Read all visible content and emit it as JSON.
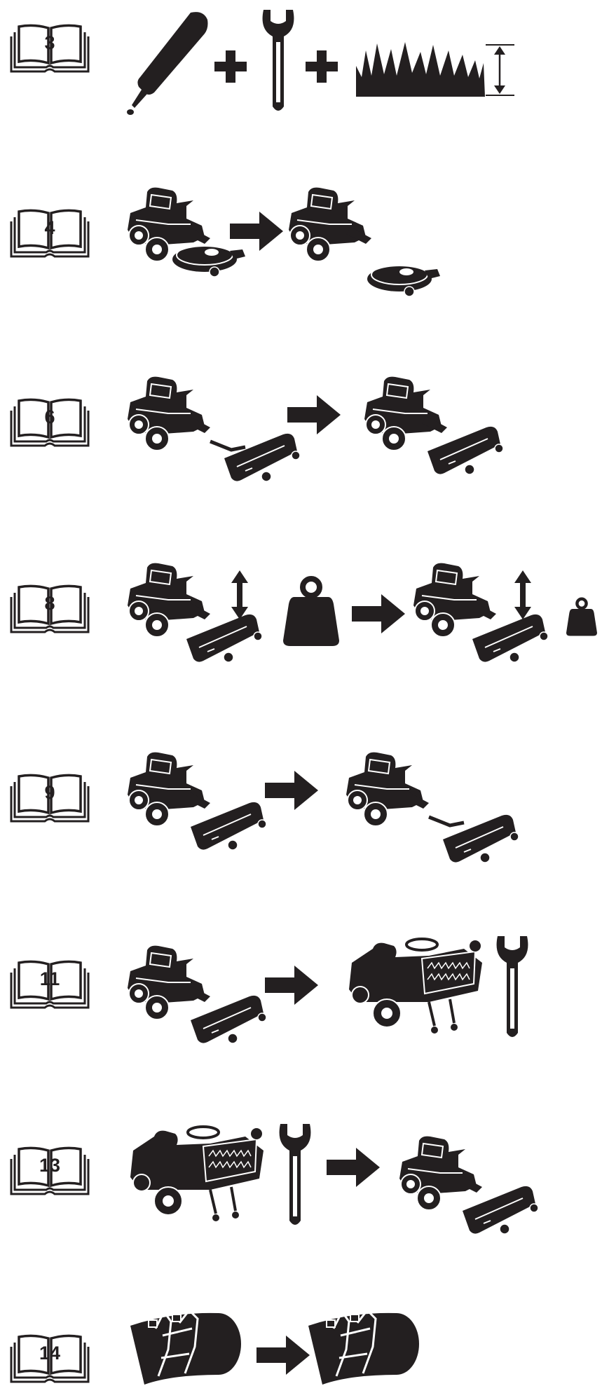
{
  "colors": {
    "ink": "#231f20",
    "paper": "#ffffff"
  },
  "steps": [
    {
      "page": "3",
      "icons": [
        "grease-gun-icon",
        "plus-icon",
        "wrench-icon",
        "plus-icon",
        "grass-height-icon"
      ]
    },
    {
      "page": "4",
      "icons": [
        "mower-with-deck-icon",
        "arrow-right-icon",
        "mower-deck-removed-icon"
      ]
    },
    {
      "page": "6",
      "icons": [
        "tractor-flail-detached-icon",
        "arrow-right-icon",
        "tractor-flail-attached-icon"
      ]
    },
    {
      "page": "8",
      "icons": [
        "tractor-flail-lift-icon",
        "heavy-weight-icon",
        "arrow-right-icon",
        "tractor-flail-lift-icon",
        "light-weight-icon"
      ]
    },
    {
      "page": "9",
      "icons": [
        "tractor-flail-attached-icon",
        "arrow-right-icon",
        "tractor-flail-detached-icon"
      ]
    },
    {
      "page": "11",
      "icons": [
        "tractor-flail-attached-icon",
        "arrow-right-icon",
        "tractor-with-brush-icon",
        "wrench-icon"
      ]
    },
    {
      "page": "13",
      "icons": [
        "tractor-with-brush-icon",
        "wrench-icon",
        "arrow-right-icon",
        "tractor-flail-attached-icon"
      ]
    },
    {
      "page": "14",
      "icons": [
        "flail-rotor-icon",
        "arrow-right-icon",
        "flail-rotor-icon"
      ]
    }
  ]
}
